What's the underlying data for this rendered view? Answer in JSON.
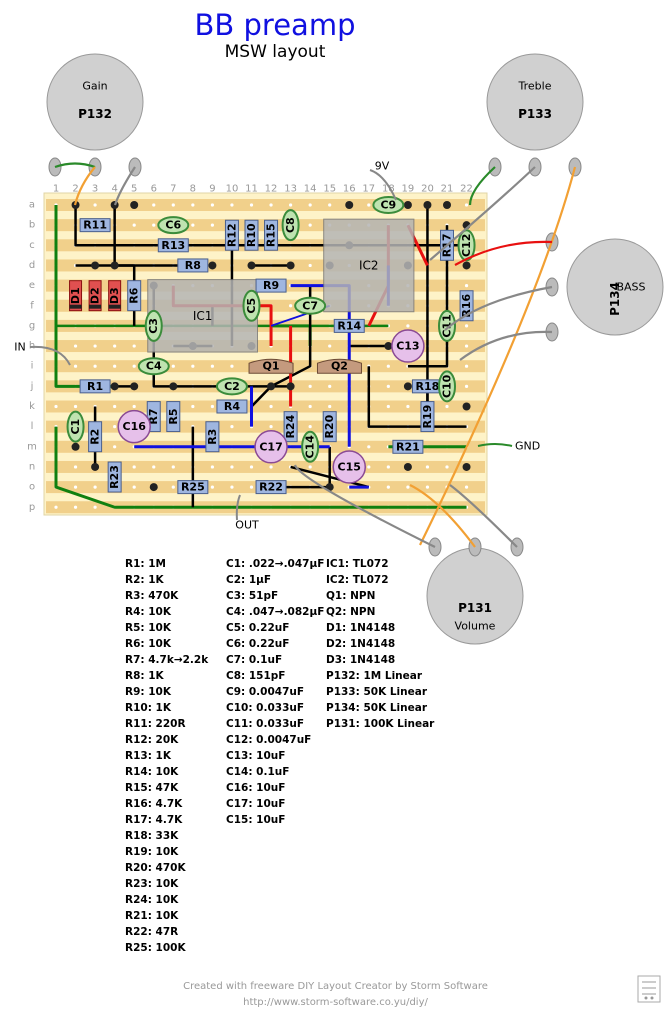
{
  "title": "BB preamp",
  "subtitle": "MSW layout",
  "board": {
    "columns": [
      "1",
      "2",
      "3",
      "4",
      "5",
      "6",
      "7",
      "8",
      "9",
      "10",
      "11",
      "12",
      "13",
      "14",
      "15",
      "16",
      "17",
      "18",
      "19",
      "20",
      "21",
      "22"
    ],
    "rows": [
      "a",
      "b",
      "c",
      "d",
      "e",
      "f",
      "g",
      "h",
      "i",
      "j",
      "k",
      "l",
      "m",
      "n",
      "o",
      "p"
    ]
  },
  "io_labels": {
    "in": "IN",
    "out": "OUT",
    "gnd": "GND",
    "v9": "9V"
  },
  "pots": [
    {
      "id": "P132",
      "name": "Gain"
    },
    {
      "id": "P133",
      "name": "Treble"
    },
    {
      "id": "P134",
      "name": "BASS"
    },
    {
      "id": "P131",
      "name": "Volume"
    }
  ],
  "ics": [
    "IC1",
    "IC2"
  ],
  "transistors": [
    "Q1",
    "Q2"
  ],
  "resistors": [
    "R11",
    "R13",
    "R12",
    "R10",
    "R15",
    "R8",
    "R9",
    "R17",
    "R16",
    "R6",
    "R14",
    "R18",
    "R1",
    "R4",
    "R7",
    "R5",
    "R19",
    "R24",
    "R20",
    "R2",
    "R3",
    "R21",
    "R23",
    "R25",
    "R22"
  ],
  "capacitors": [
    "C6",
    "C8",
    "C9",
    "C12",
    "C3",
    "C5",
    "C7",
    "C11",
    "C4",
    "C2",
    "C10",
    "C1",
    "C14"
  ],
  "electrolytics": [
    "C13",
    "C16",
    "C17",
    "C15"
  ],
  "diodes": [
    "D1",
    "D2",
    "D3"
  ],
  "bom": {
    "col1": [
      "R1: 1M",
      "R2: 1K",
      "R3: 470K",
      "R4: 10K",
      "R5: 10K",
      "R6: 10K",
      "R7: 4.7k→2.2k",
      "R8: 1K",
      "R9: 10K",
      "R10: 1K",
      "R11: 220R",
      "R12: 20K",
      "R13: 1K",
      "R14: 10K",
      "R15: 47K",
      "R16: 4.7K",
      "R17: 4.7K",
      "R18: 33K",
      "R19: 10K",
      "R20: 470K",
      "R23: 10K",
      "R24: 10K",
      "R21: 10K",
      "R22: 47R",
      "R25: 100K"
    ],
    "col2": [
      "C1: .022→.047µF",
      "C2: 1µF",
      "C3: 51pF",
      "C4: .047→.082µF",
      "C5: 0.22uF",
      "C6: 0.22uF",
      "C7: 0.1uF",
      "C8: 151pF",
      "C9: 0.0047uF",
      "C10: 0.033uF",
      "C11: 0.033uF",
      "C12: 0.0047uF",
      "C13: 10uF",
      "C14: 0.1uF",
      "C16: 10uF",
      "C17: 10uF",
      "C15: 10uF"
    ],
    "col3": [
      "IC1: TL072",
      "IC2: TL072",
      "Q1: NPN",
      "Q2: NPN",
      "D1: 1N4148",
      "D2: 1N4148",
      "D3: 1N4148",
      "P132: 1M Linear",
      "P133: 50K Linear",
      "P134: 50K Linear",
      "P131: 100K Linear"
    ]
  },
  "footer": {
    "line1": "Created with freeware DIY Layout Creator by Storm Software",
    "line2": "http://www.storm-software.co.yu/diy/"
  },
  "colors": {
    "board": "#fef3c8",
    "strip": "#e6b25a",
    "resistor": "#9fb6e0",
    "film_cap": "#bfe3b0",
    "electro": "#e6c0ea",
    "ic": "#b5b5b5",
    "transistor": "#c49a7e",
    "diode": "#e05050",
    "wire_black": "#000000",
    "wire_red": "#e81010",
    "wire_blue": "#1010e0",
    "wire_green": "#108010",
    "title": "#1010e0"
  }
}
